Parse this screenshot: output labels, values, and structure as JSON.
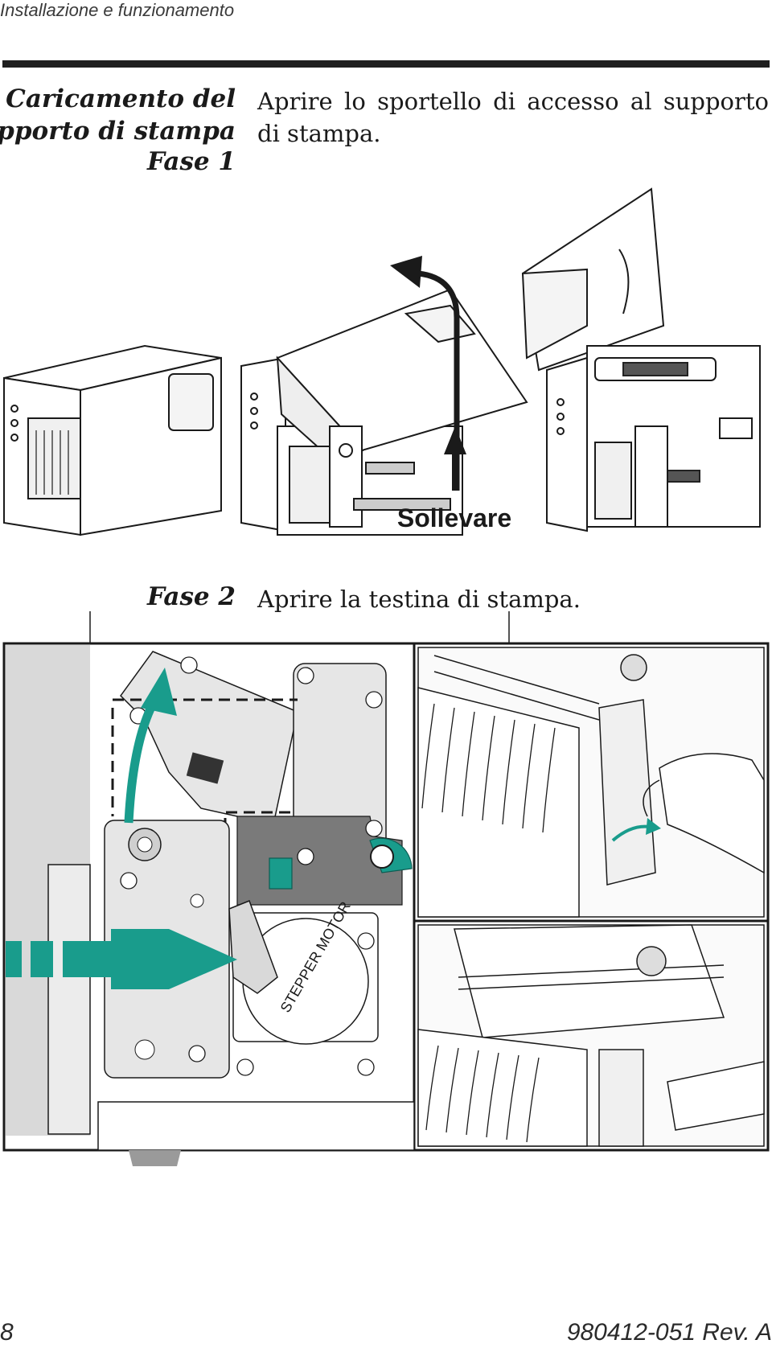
{
  "header": {
    "section": "Installazione e funzionamento"
  },
  "step1": {
    "heading_line1": "Caricamento del",
    "heading_line2": "supporto di stampa",
    "phase": "Fase 1",
    "text": "Aprire lo sportello di accesso al supporto di stampa.",
    "figure": {
      "callout": "Sollevare"
    }
  },
  "step2": {
    "phase": "Fase 2",
    "text": "Aprire la testina di stampa.",
    "figure": {
      "motor_label": "STEPPER MOTOR"
    }
  },
  "footer": {
    "page_number": "8",
    "doc_id": "980412-051 Rev. A"
  },
  "colors": {
    "accent": "#199c8c",
    "panel_grey": "#d9d9d9",
    "line": "#1a1a1a"
  }
}
